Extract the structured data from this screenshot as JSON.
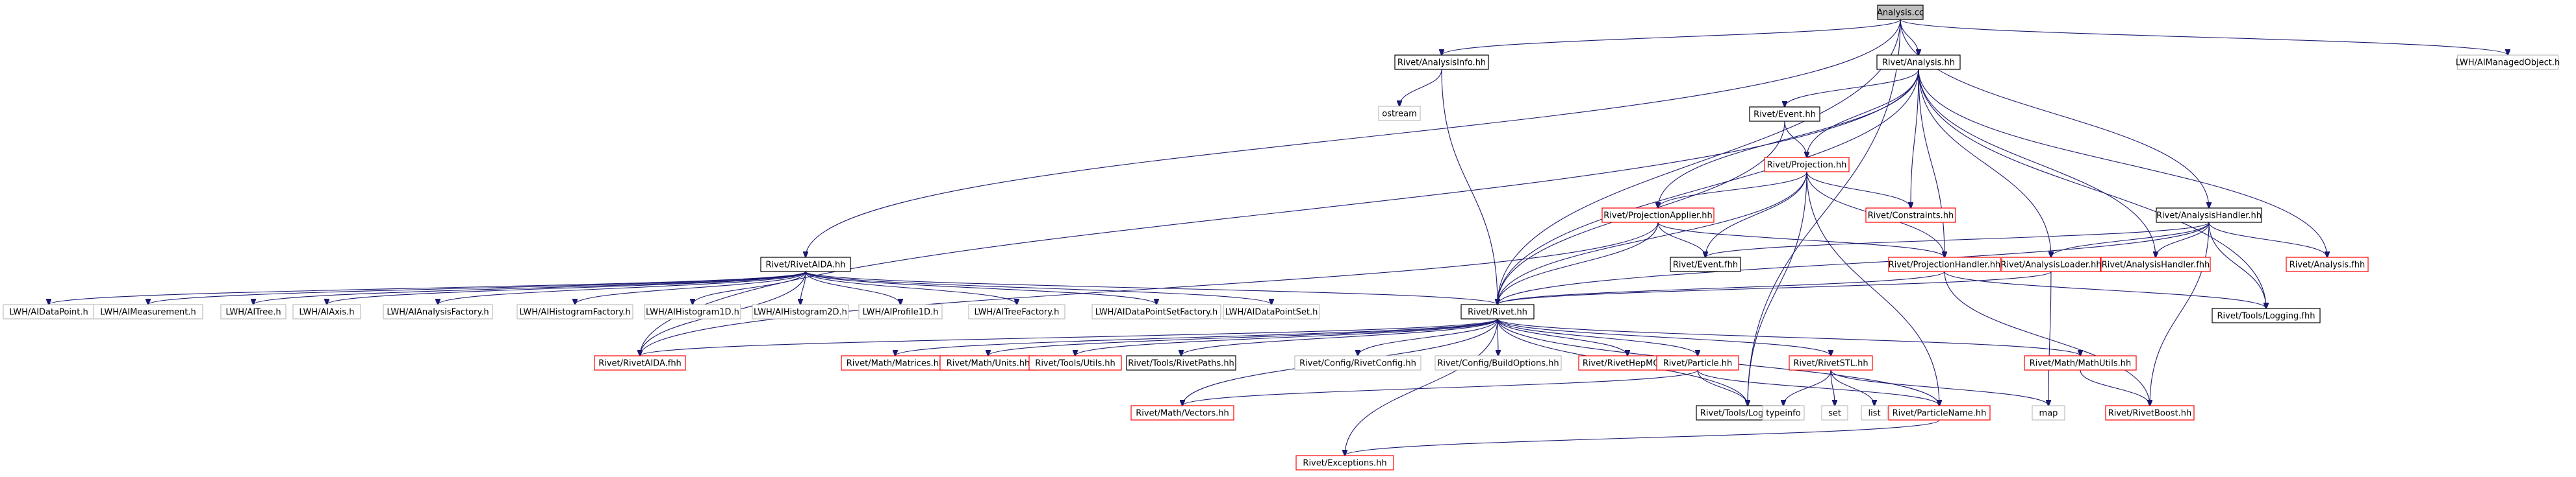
{
  "colors": {
    "edge": "#191970",
    "root_fill": "#bfbfbf",
    "node_fill": "#ffffff",
    "documented": "#000000",
    "undocumented": "#ff0000",
    "external": "#bfbfbf"
  },
  "nodes": [
    {
      "id": "analysis_cc",
      "label": "Analysis.cc",
      "kind": "root"
    },
    {
      "id": "analysisinfo_hh",
      "label": "Rivet/AnalysisInfo.hh",
      "kind": "documented"
    },
    {
      "id": "analysis_hh",
      "label": "Rivet/Analysis.hh",
      "kind": "documented"
    },
    {
      "id": "lwh_managedobject",
      "label": "LWH/AIManagedObject.h",
      "kind": "external"
    },
    {
      "id": "ostream",
      "label": "ostream",
      "kind": "external"
    },
    {
      "id": "event_hh",
      "label": "Rivet/Event.hh",
      "kind": "documented"
    },
    {
      "id": "projection_hh",
      "label": "Rivet/Projection.hh",
      "kind": "undocumented"
    },
    {
      "id": "projectionapplier_hh",
      "label": "Rivet/ProjectionApplier.hh",
      "kind": "undocumented"
    },
    {
      "id": "constraints_hh",
      "label": "Rivet/Constraints.hh",
      "kind": "undocumented"
    },
    {
      "id": "analysishandler_hh",
      "label": "Rivet/AnalysisHandler.hh",
      "kind": "documented"
    },
    {
      "id": "event_fhh",
      "label": "Rivet/Event.fhh",
      "kind": "documented"
    },
    {
      "id": "projectionhandler_hh",
      "label": "Rivet/ProjectionHandler.hh",
      "kind": "undocumented"
    },
    {
      "id": "analysisloader_hh",
      "label": "Rivet/AnalysisLoader.hh",
      "kind": "undocumented"
    },
    {
      "id": "analysishandler_fhh",
      "label": "Rivet/AnalysisHandler.fhh",
      "kind": "undocumented"
    },
    {
      "id": "analysis_fhh",
      "label": "Rivet/Analysis.fhh",
      "kind": "undocumented"
    },
    {
      "id": "logging_fhh",
      "label": "Rivet/Tools/Logging.fhh",
      "kind": "documented"
    },
    {
      "id": "rivetaida_hh",
      "label": "Rivet/RivetAIDA.hh",
      "kind": "documented"
    },
    {
      "id": "lwh_datapoint",
      "label": "LWH/AIDataPoint.h",
      "kind": "external"
    },
    {
      "id": "lwh_measurement",
      "label": "LWH/AIMeasurement.h",
      "kind": "external"
    },
    {
      "id": "lwh_tree",
      "label": "LWH/AITree.h",
      "kind": "external"
    },
    {
      "id": "lwh_axis",
      "label": "LWH/AIAxis.h",
      "kind": "external"
    },
    {
      "id": "lwh_analysisfactory",
      "label": "LWH/AIAnalysisFactory.h",
      "kind": "external"
    },
    {
      "id": "lwh_histogramfactory",
      "label": "LWH/AIHistogramFactory.h",
      "kind": "external"
    },
    {
      "id": "lwh_histogram1d",
      "label": "LWH/AIHistogram1D.h",
      "kind": "external"
    },
    {
      "id": "lwh_histogram2d",
      "label": "LWH/AIHistogram2D.h",
      "kind": "external"
    },
    {
      "id": "lwh_profile1d",
      "label": "LWH/AIProfile1D.h",
      "kind": "external"
    },
    {
      "id": "lwh_treefactory",
      "label": "LWH/AITreeFactory.h",
      "kind": "external"
    },
    {
      "id": "lwh_datapointsetfactory",
      "label": "LWH/AIDataPointSetFactory.h",
      "kind": "external"
    },
    {
      "id": "lwh_datapointset",
      "label": "LWH/AIDataPointSet.h",
      "kind": "external"
    },
    {
      "id": "rivet_hh",
      "label": "Rivet/Rivet.hh",
      "kind": "documented"
    },
    {
      "id": "rivetaida_fhh",
      "label": "Rivet/RivetAIDA.fhh",
      "kind": "undocumented"
    },
    {
      "id": "matrices_hh",
      "label": "Rivet/Math/Matrices.hh",
      "kind": "undocumented"
    },
    {
      "id": "units_hh",
      "label": "Rivet/Math/Units.hh",
      "kind": "undocumented"
    },
    {
      "id": "utils_hh",
      "label": "Rivet/Tools/Utils.hh",
      "kind": "undocumented"
    },
    {
      "id": "rivetpaths_hh",
      "label": "Rivet/Tools/RivetPaths.hh",
      "kind": "documented"
    },
    {
      "id": "rivetconfig_hh",
      "label": "Rivet/Config/RivetConfig.hh",
      "kind": "external"
    },
    {
      "id": "buildoptions_hh",
      "label": "Rivet/Config/BuildOptions.hh",
      "kind": "external"
    },
    {
      "id": "rivethepmc_hh",
      "label": "Rivet/RivetHepMC.hh",
      "kind": "undocumented"
    },
    {
      "id": "particle_hh",
      "label": "Rivet/Particle.hh",
      "kind": "undocumented"
    },
    {
      "id": "rivetstl_hh",
      "label": "Rivet/RivetSTL.hh",
      "kind": "undocumented"
    },
    {
      "id": "mathutils_hh",
      "label": "Rivet/Math/MathUtils.hh",
      "kind": "undocumented"
    },
    {
      "id": "vectors_hh",
      "label": "Rivet/Math/Vectors.hh",
      "kind": "undocumented"
    },
    {
      "id": "logging_hh",
      "label": "Rivet/Tools/Logging.hh",
      "kind": "documented"
    },
    {
      "id": "typeinfo",
      "label": "typeinfo",
      "kind": "external"
    },
    {
      "id": "set",
      "label": "set",
      "kind": "external"
    },
    {
      "id": "list",
      "label": "list",
      "kind": "external"
    },
    {
      "id": "particlename_hh",
      "label": "Rivet/ParticleName.hh",
      "kind": "undocumented"
    },
    {
      "id": "map",
      "label": "map",
      "kind": "external"
    },
    {
      "id": "rivetboost_hh",
      "label": "Rivet/RivetBoost.hh",
      "kind": "undocumented"
    },
    {
      "id": "exceptions_hh",
      "label": "Rivet/Exceptions.hh",
      "kind": "undocumented"
    }
  ],
  "edges": [
    [
      "analysis_cc",
      "analysisinfo_hh"
    ],
    [
      "analysis_cc",
      "analysis_hh"
    ],
    [
      "analysis_cc",
      "lwh_managedobject"
    ],
    [
      "analysis_cc",
      "rivetaida_hh"
    ],
    [
      "analysis_cc",
      "rivet_hh"
    ],
    [
      "analysis_cc",
      "analysishandler_hh"
    ],
    [
      "analysis_cc",
      "logging_hh"
    ],
    [
      "analysisinfo_hh",
      "ostream"
    ],
    [
      "analysisinfo_hh",
      "rivet_hh"
    ],
    [
      "analysis_hh",
      "event_hh"
    ],
    [
      "analysis_hh",
      "projection_hh"
    ],
    [
      "analysis_hh",
      "projectionapplier_hh"
    ],
    [
      "analysis_hh",
      "constraints_hh"
    ],
    [
      "analysis_hh",
      "projectionhandler_hh"
    ],
    [
      "analysis_hh",
      "analysisloader_hh"
    ],
    [
      "analysis_hh",
      "analysishandler_fhh"
    ],
    [
      "analysis_hh",
      "analysis_fhh"
    ],
    [
      "analysis_hh",
      "logging_fhh"
    ],
    [
      "analysis_hh",
      "rivet_hh"
    ],
    [
      "analysis_hh",
      "rivetaida_fhh"
    ],
    [
      "event_hh",
      "projection_hh"
    ],
    [
      "event_hh",
      "rivet_hh"
    ],
    [
      "projection_hh",
      "projectionapplier_hh"
    ],
    [
      "projection_hh",
      "constraints_hh"
    ],
    [
      "projection_hh",
      "projectionhandler_hh"
    ],
    [
      "projection_hh",
      "event_fhh"
    ],
    [
      "projection_hh",
      "rivet_hh"
    ],
    [
      "projection_hh",
      "logging_hh"
    ],
    [
      "projection_hh",
      "particlename_hh"
    ],
    [
      "projectionapplier_hh",
      "event_fhh"
    ],
    [
      "projectionapplier_hh",
      "projectionhandler_hh"
    ],
    [
      "projectionapplier_hh",
      "rivet_hh"
    ],
    [
      "projectionapplier_hh",
      "rivetaida_fhh"
    ],
    [
      "analysishandler_hh",
      "event_fhh"
    ],
    [
      "analysishandler_hh",
      "analysisloader_hh"
    ],
    [
      "analysishandler_hh",
      "analysishandler_fhh"
    ],
    [
      "analysishandler_hh",
      "analysis_fhh"
    ],
    [
      "analysishandler_hh",
      "logging_fhh"
    ],
    [
      "analysishandler_hh",
      "rivet_hh"
    ],
    [
      "analysishandler_hh",
      "rivetboost_hh"
    ],
    [
      "projectionhandler_hh",
      "rivet_hh"
    ],
    [
      "projectionhandler_hh",
      "logging_fhh"
    ],
    [
      "projectionhandler_hh",
      "rivetboost_hh"
    ],
    [
      "analysisloader_hh",
      "rivet_hh"
    ],
    [
      "analysisloader_hh",
      "map"
    ],
    [
      "rivetaida_hh",
      "lwh_datapoint"
    ],
    [
      "rivetaida_hh",
      "lwh_measurement"
    ],
    [
      "rivetaida_hh",
      "lwh_tree"
    ],
    [
      "rivetaida_hh",
      "lwh_axis"
    ],
    [
      "rivetaida_hh",
      "lwh_analysisfactory"
    ],
    [
      "rivetaida_hh",
      "lwh_histogramfactory"
    ],
    [
      "rivetaida_hh",
      "lwh_histogram1d"
    ],
    [
      "rivetaida_hh",
      "lwh_histogram2d"
    ],
    [
      "rivetaida_hh",
      "lwh_profile1d"
    ],
    [
      "rivetaida_hh",
      "lwh_treefactory"
    ],
    [
      "rivetaida_hh",
      "lwh_datapointsetfactory"
    ],
    [
      "rivetaida_hh",
      "lwh_datapointset"
    ],
    [
      "rivetaida_hh",
      "rivet_hh"
    ],
    [
      "rivetaida_hh",
      "rivetaida_fhh"
    ],
    [
      "rivet_hh",
      "rivetaida_fhh"
    ],
    [
      "rivet_hh",
      "matrices_hh"
    ],
    [
      "rivet_hh",
      "units_hh"
    ],
    [
      "rivet_hh",
      "utils_hh"
    ],
    [
      "rivet_hh",
      "rivetpaths_hh"
    ],
    [
      "rivet_hh",
      "rivetconfig_hh"
    ],
    [
      "rivet_hh",
      "buildoptions_hh"
    ],
    [
      "rivet_hh",
      "rivethepmc_hh"
    ],
    [
      "rivet_hh",
      "particle_hh"
    ],
    [
      "rivet_hh",
      "rivetstl_hh"
    ],
    [
      "rivet_hh",
      "mathutils_hh"
    ],
    [
      "rivet_hh",
      "exceptions_hh"
    ],
    [
      "rivet_hh",
      "logging_hh"
    ],
    [
      "rivet_hh",
      "particlename_hh"
    ],
    [
      "rivet_hh",
      "vectors_hh"
    ],
    [
      "particle_hh",
      "vectors_hh"
    ],
    [
      "particle_hh",
      "logging_hh"
    ],
    [
      "particle_hh",
      "particlename_hh"
    ],
    [
      "rivetstl_hh",
      "typeinfo"
    ],
    [
      "rivetstl_hh",
      "set"
    ],
    [
      "rivetstl_hh",
      "list"
    ],
    [
      "rivetstl_hh",
      "map"
    ],
    [
      "mathutils_hh",
      "rivetboost_hh"
    ],
    [
      "particlename_hh",
      "exceptions_hh"
    ]
  ]
}
